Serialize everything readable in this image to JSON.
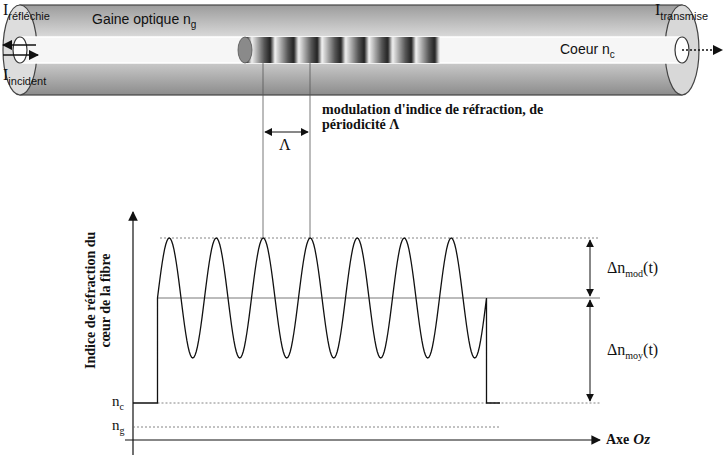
{
  "diagram": {
    "labels": [
      "I",
      "réfléchie",
      "I",
      "incident",
      "Gaine optique n",
      "g",
      "Coeur  n",
      "c",
      "I",
      "transmise",
      "modulation d'indice de réfraction, de périodicité Λ",
      "Λ",
      "Indice de réfraction du cœur de la fibre",
      "Δn",
      "mod",
      "(t)",
      "Δn",
      "moy",
      "(t)",
      "n",
      "c",
      "n",
      "g",
      "Axe",
      "Oz"
    ]
  }
}
